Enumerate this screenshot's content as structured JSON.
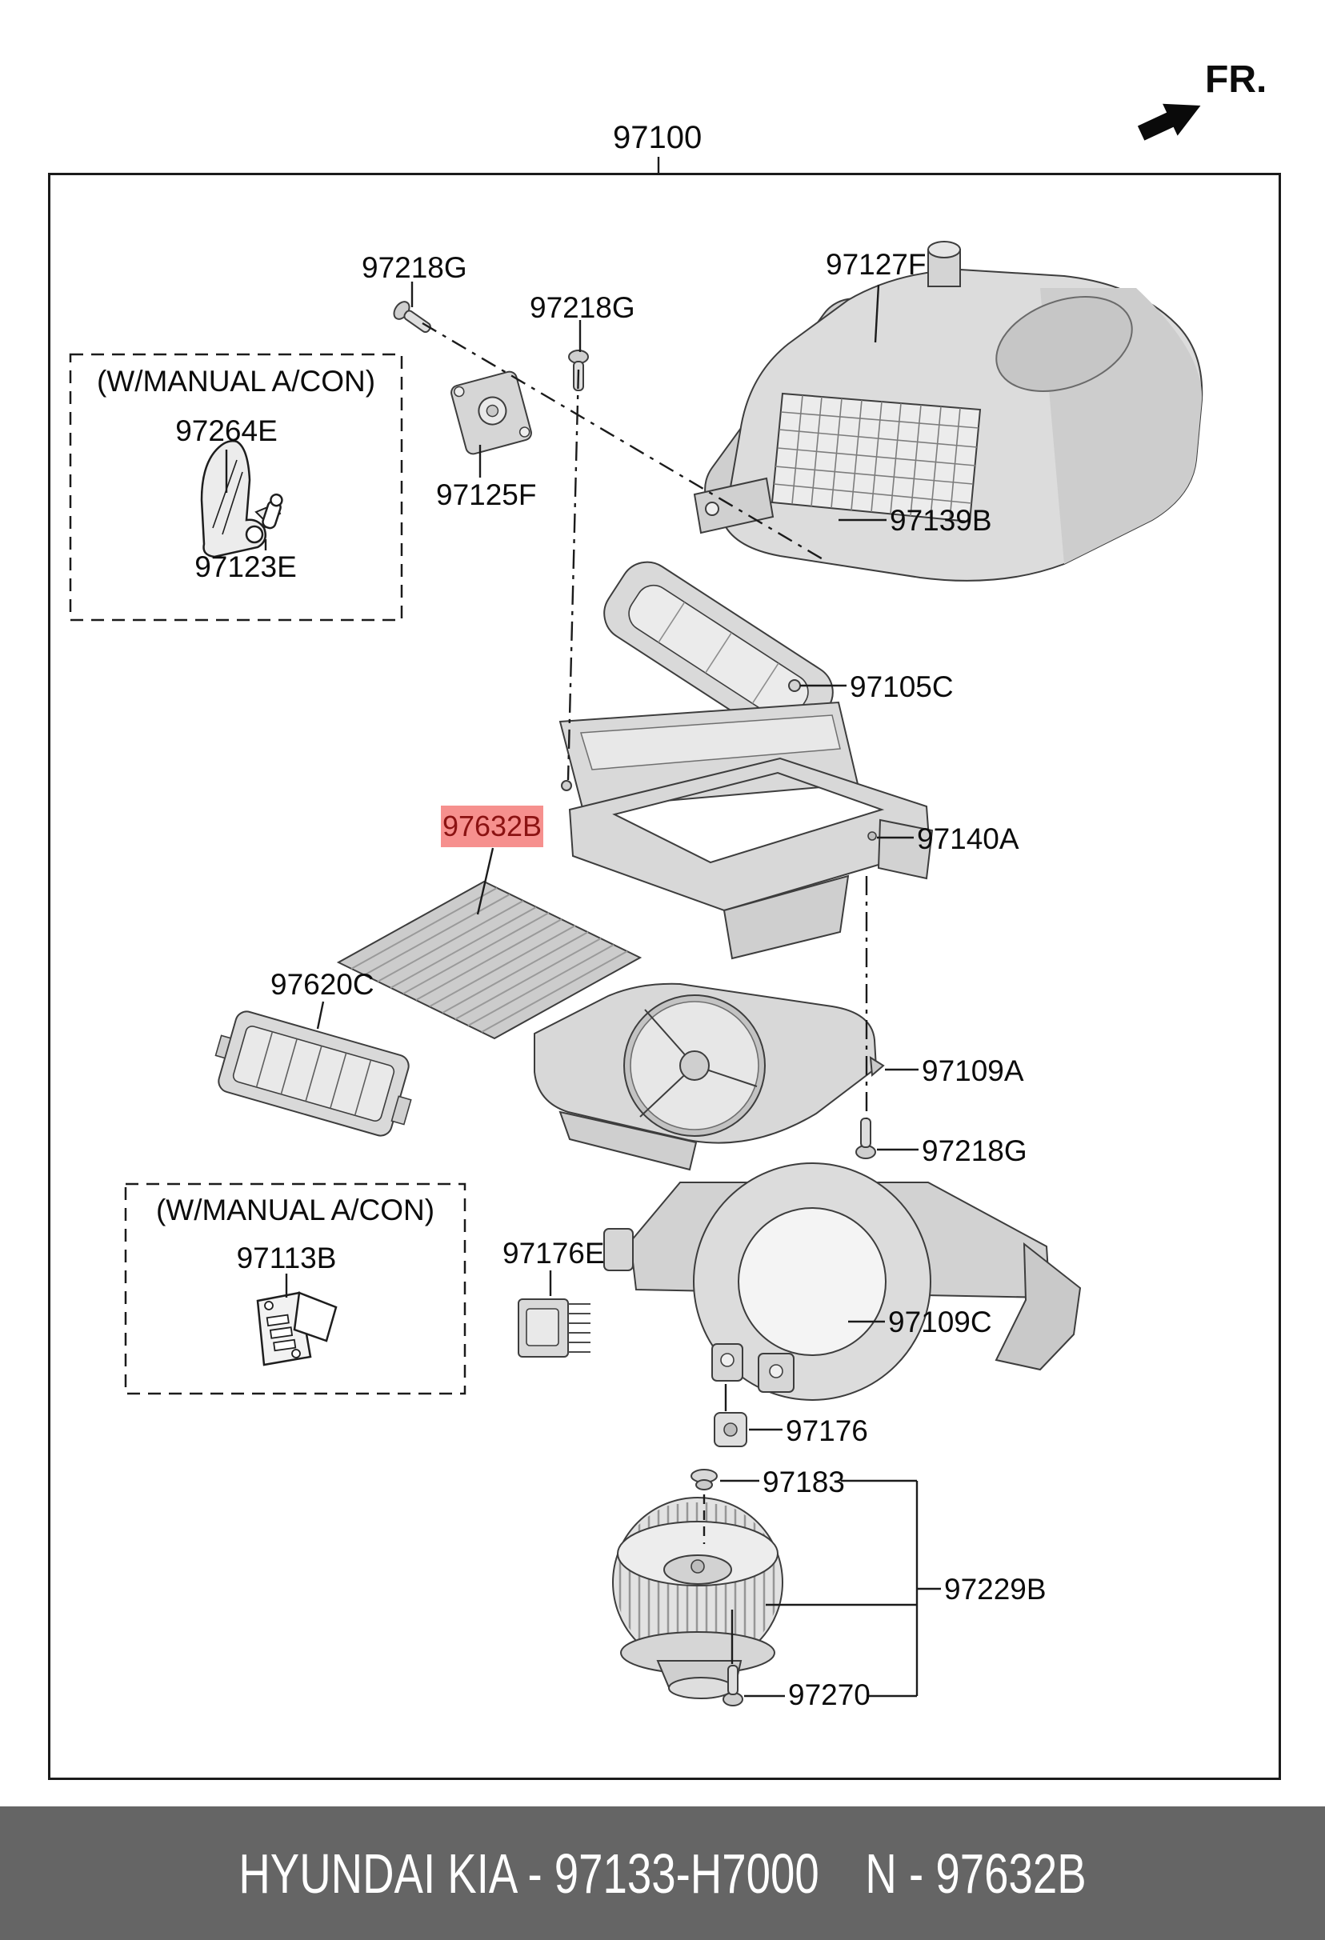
{
  "header": {
    "fr": "FR.",
    "assembly": "97100"
  },
  "boxes": {
    "box1_title": "(W/MANUAL A/CON)",
    "box2_title": "(W/MANUAL A/CON)"
  },
  "labels": {
    "p97218g_a": "97218G",
    "p97218g_b": "97218G",
    "p97127f": "97127F",
    "p97264e": "97264E",
    "p97123e": "97123E",
    "p97125f": "97125F",
    "p97139b": "97139B",
    "p97105c": "97105C",
    "p97632b": "97632B",
    "p97140a": "97140A",
    "p97620c": "97620C",
    "p97109a": "97109A",
    "p97218g_c": "97218G",
    "p97113b": "97113B",
    "p97176e": "97176E",
    "p97109c": "97109C",
    "p97176": "97176",
    "p97183": "97183",
    "p97229b": "97229B",
    "p97270": "97270"
  },
  "highlight": {
    "part": "97632B",
    "bg": "#f6908e",
    "fg": "#8b1212"
  },
  "footer": {
    "left": "HYUNDAI KIA - 97133-H7000",
    "right": "N - 97632B",
    "bg": "#656565"
  }
}
